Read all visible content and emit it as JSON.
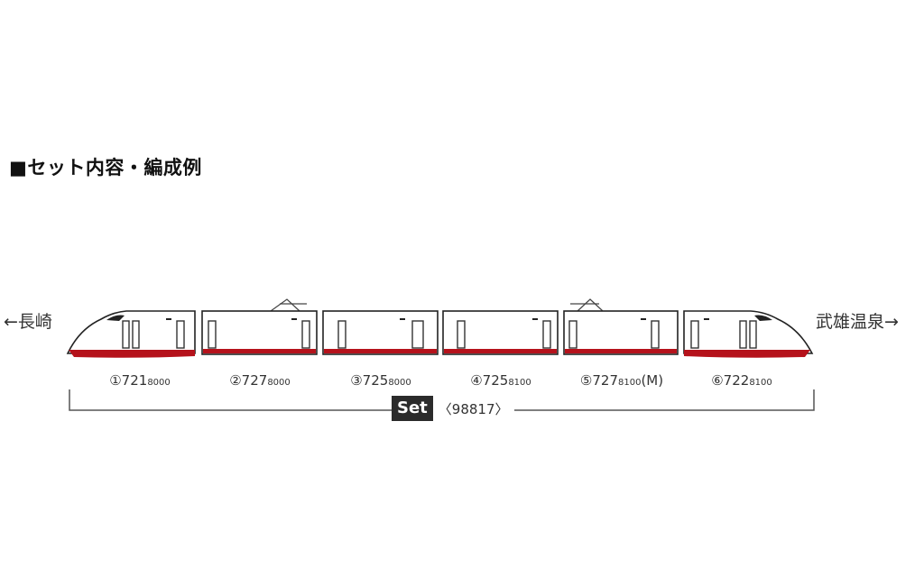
{
  "title": "■セット内容・編成例",
  "destinations": {
    "left": "←長崎",
    "right": "武雄温泉→"
  },
  "cars": [
    {
      "index": "①",
      "series": "721",
      "number": "8000",
      "suffix": ""
    },
    {
      "index": "②",
      "series": "727",
      "number": "8000",
      "suffix": ""
    },
    {
      "index": "③",
      "series": "725",
      "number": "8000",
      "suffix": ""
    },
    {
      "index": "④",
      "series": "725",
      "number": "8100",
      "suffix": ""
    },
    {
      "index": "⑤",
      "series": "727",
      "number": "8100",
      "suffix": "(M)"
    },
    {
      "index": "⑥",
      "series": "722",
      "number": "8100",
      "suffix": ""
    }
  ],
  "set": {
    "badge": "Set",
    "code": "〈98817〉"
  },
  "colors": {
    "stripe": "#b5121b",
    "body": "#ffffff",
    "outline": "#222222",
    "badge": "#2b2b2b"
  }
}
